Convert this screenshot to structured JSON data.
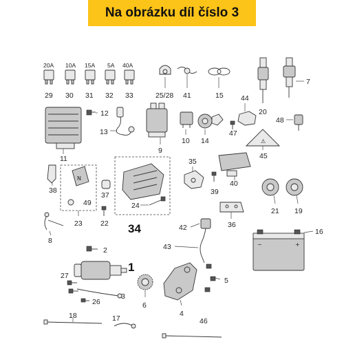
{
  "header": {
    "title": "Na obrázku díl číslo 3"
  },
  "fuses": [
    "20A",
    "10A",
    "15A",
    "5A",
    "40A"
  ],
  "labels": {
    "n1": "1",
    "n2": "2",
    "n3": "3",
    "n4": "4",
    "n5": "5",
    "n6": "6",
    "n7": "7",
    "n8": "8",
    "n9": "9",
    "n10": "10",
    "n11": "11",
    "n12": "12",
    "n13": "13",
    "n14": "14",
    "n15": "15",
    "n16": "16",
    "n17": "17",
    "n18": "18",
    "n19": "19",
    "n20": "20",
    "n21": "21",
    "n22": "22",
    "n23": "23",
    "n24": "24",
    "n2528": "25/28",
    "n26": "26",
    "n27": "27",
    "n29": "29",
    "n30": "30",
    "n31": "31",
    "n32": "32",
    "n33": "33",
    "n34": "34",
    "n35": "35",
    "n36": "36",
    "n37": "37",
    "n38": "38",
    "n39": "39",
    "n40": "40",
    "n41": "41",
    "n42": "42",
    "n43": "43",
    "n44": "44",
    "n45": "45",
    "n46": "46",
    "n47": "47",
    "n48": "48",
    "n49": "49"
  },
  "battery_marks": {
    "minus": "−",
    "plus": "+"
  },
  "icons": {
    "hazard": "warning-triangle-icon",
    "n_switch": "n-letter-switch-icon"
  }
}
